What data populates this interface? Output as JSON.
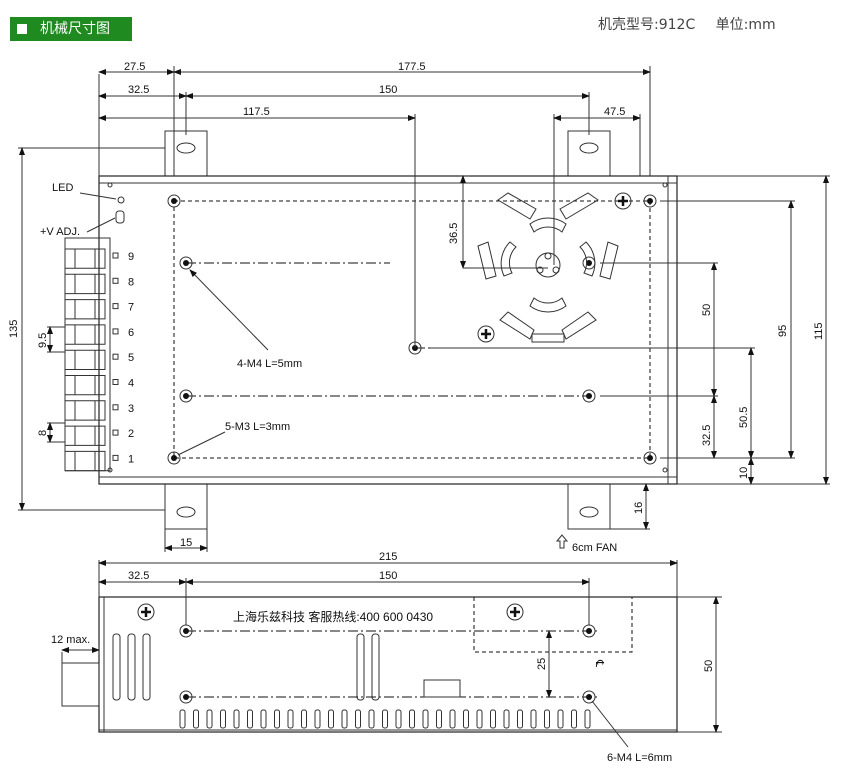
{
  "header": {
    "section_title": "机械尺寸图",
    "model_label": "机壳型号:912C",
    "unit_label": "单位:mm"
  },
  "top_view": {
    "dims": {
      "d27_5": "27.5",
      "d177_5": "177.5",
      "d32_5": "32.5",
      "d150": "150",
      "d117_5": "117.5",
      "d47_5": "47.5",
      "d36_5": "36.5",
      "d135": "135",
      "d50": "50",
      "d95": "95",
      "d115": "115",
      "d32_5b": "32.5",
      "d50_5": "50.5",
      "d10": "10",
      "d16": "16",
      "d15": "15",
      "d9_5": "9.5",
      "d8": "8"
    },
    "labels": {
      "led": "LED",
      "vadj": "+V ADJ.",
      "m4": "4-M4 L=5mm",
      "m3": "5-M3 L=3mm",
      "fan": "6cm FAN"
    },
    "terminals": [
      "9",
      "8",
      "7",
      "6",
      "5",
      "4",
      "3",
      "2",
      "1"
    ]
  },
  "side_view": {
    "dims": {
      "d215": "215",
      "d32_5": "32.5",
      "d150": "150",
      "d12max": "12 max.",
      "d25": "25",
      "d50": "50"
    },
    "labels": {
      "company": "上海乐兹科技 客服热线:400 600 0430",
      "m4": "6-M4 L=6mm"
    }
  }
}
